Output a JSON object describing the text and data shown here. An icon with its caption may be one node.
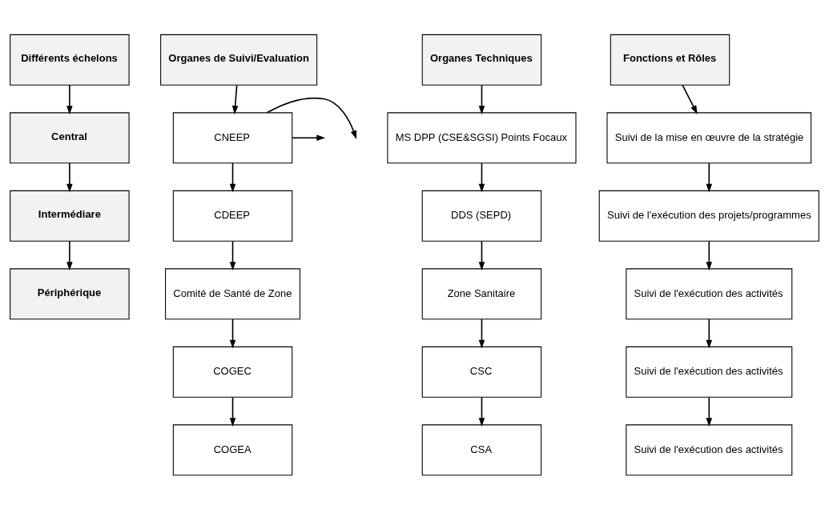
{
  "diagram": {
    "nodes": [
      {
        "text": [
          "Différents échelons"
        ]
      },
      {
        "text": [
          "Organes de Suivi/Evaluation"
        ]
      },
      {
        "text": [
          "Organes Techniques"
        ]
      },
      {
        "text": [
          "Fonctions et Rôles"
        ]
      },
      {
        "text": [
          "Central"
        ]
      },
      {
        "text": [
          "CNEEP"
        ]
      },
      {
        "text": [
          "MS DPP (CSE&SGSI) Points Focaux"
        ]
      },
      {
        "text": [
          "Suivi de la mise en œuvre de la stratégie"
        ]
      },
      {
        "text": [
          "Intermédiare"
        ]
      },
      {
        "text": [
          "CDEEP"
        ]
      },
      {
        "text": [
          "DDS (SEPD)"
        ]
      },
      {
        "text": [
          "Suivi de l'exécution des projets/programmes"
        ]
      },
      {
        "text": [
          "Périphérique"
        ]
      },
      {
        "text": [
          "Comité de Santé de Zone"
        ]
      },
      {
        "text": [
          "Zone Sanitaire"
        ]
      },
      {
        "text": [
          "Suivi de l'exécution des activités"
        ]
      },
      {
        "text": [
          "COGEC"
        ]
      },
      {
        "text": [
          "CSC"
        ]
      },
      {
        "text": [
          "Suivi de l'exécution des activités"
        ]
      },
      {
        "text": [
          "COGEA"
        ]
      },
      {
        "text": [
          "CSA"
        ]
      },
      {
        "text": [
          "Suivi de l'exécution des activités"
        ]
      }
    ],
    "edges": [
      {
        "from": 0,
        "to": 4,
        "arrow": "to"
      },
      {
        "from": 4,
        "to": 8,
        "arrow": "to"
      },
      {
        "from": 8,
        "to": 12,
        "arrow": "to"
      },
      {
        "from": 1,
        "to": 5,
        "arrow": "to"
      },
      {
        "from": 5,
        "to": null,
        "arrow": "to"
      },
      {
        "from": 5,
        "to": null,
        "arrow": "to"
      },
      {
        "from": 5,
        "to": 9,
        "arrow": "to"
      },
      {
        "from": 9,
        "to": 13,
        "arrow": "to"
      },
      {
        "from": 13,
        "to": 16,
        "arrow": "to"
      },
      {
        "from": 16,
        "to": 19,
        "arrow": "to"
      },
      {
        "from": 2,
        "to": 6,
        "arrow": "to"
      },
      {
        "from": 6,
        "to": 10,
        "arrow": "to"
      },
      {
        "from": 10,
        "to": 14,
        "arrow": "to"
      },
      {
        "from": 14,
        "to": 17,
        "arrow": "to"
      },
      {
        "from": 17,
        "to": 20,
        "arrow": "to"
      },
      {
        "from": 3,
        "to": 7,
        "arrow": "to"
      },
      {
        "from": 7,
        "to": 11,
        "arrow": "to"
      },
      {
        "from": 11,
        "to": 15,
        "arrow": "to"
      },
      {
        "from": 15,
        "to": 18,
        "arrow": "to"
      },
      {
        "from": 18,
        "to": 21,
        "arrow": "to"
      }
    ]
  }
}
